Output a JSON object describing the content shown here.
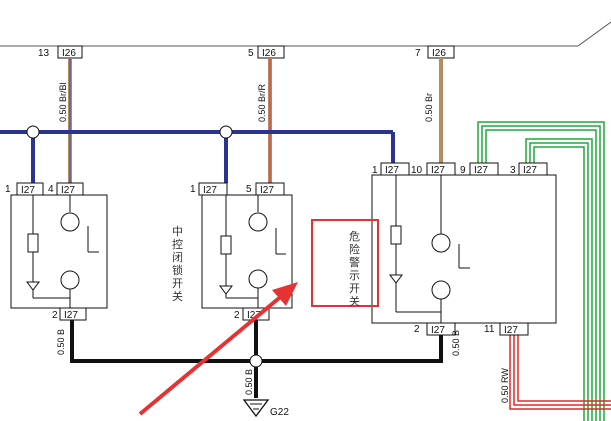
{
  "top_connectors": [
    {
      "pin": "13",
      "label": "I26",
      "wire": "0.50 Br/Bl"
    },
    {
      "pin": "5",
      "label": "I26",
      "wire": "0.50 Br/R"
    },
    {
      "pin": "7",
      "label": "I26",
      "wire": "0.50 Br"
    }
  ],
  "switch_left": {
    "pin_a": "1",
    "label_a": "I27",
    "pin_b": "4",
    "label_b": "I27",
    "pin_bottom": "2",
    "label_bottom": "I27"
  },
  "switch_central": {
    "pin_a": "1",
    "label_a": "I27",
    "pin_b": "5",
    "label_b": "I27",
    "pin_bottom": "2",
    "label_bottom": "I27",
    "name_chars": [
      "中",
      "控",
      "闭",
      "锁",
      "开",
      "关"
    ]
  },
  "switch_hazard": {
    "pin_a": "1",
    "label_a": "I27",
    "pin_b": "10",
    "label_b": "I27",
    "pin_c": "9",
    "label_c": "I27",
    "pin_d": "3",
    "label_d": "I27",
    "pin_bottom": "2",
    "label_bottom": "I27",
    "pin_e": "11",
    "label_e": "I27",
    "name_chars": [
      "危",
      "险",
      "警",
      "示",
      "开",
      "关"
    ]
  },
  "ground_wires": [
    {
      "wire": "0.50 B"
    },
    {
      "wire": "0.50 B"
    },
    {
      "wire": "0.50 B"
    }
  ],
  "lamp_wire": "0.50 RW",
  "ground_label": "G22",
  "colors": {
    "bus_blue": "#2a3591",
    "brown": "#b58a63",
    "green": "#1faa3a",
    "red": "#e02828",
    "ground_black": "#111111",
    "highlight": "#e53333"
  }
}
